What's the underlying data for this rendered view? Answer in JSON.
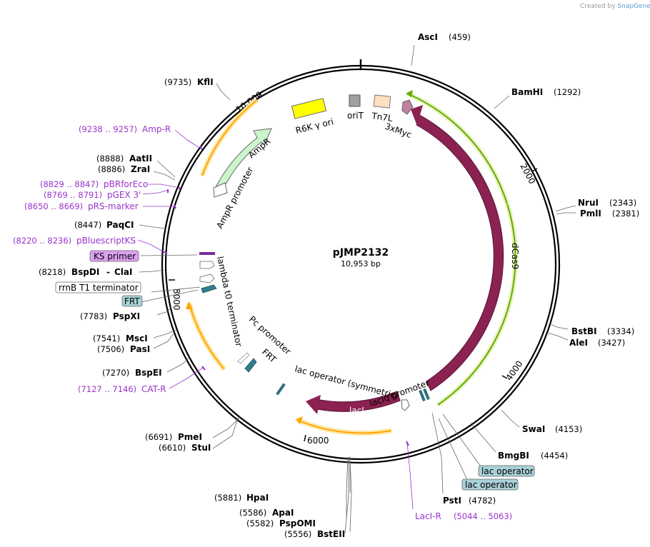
{
  "credit": {
    "created_by": "Created by",
    "app": "SnapGene"
  },
  "plasmid": {
    "name": "pJMP2132",
    "length": "10,953 bp"
  },
  "ticks": [
    "2000",
    "4000",
    "6000",
    "8000",
    "10,000"
  ],
  "enzymes": [
    {
      "name": "AscI",
      "pos": "(459)"
    },
    {
      "name": "BamHI",
      "pos": "(1292)"
    },
    {
      "name": "NruI",
      "pos": "(2343)"
    },
    {
      "name": "PmlI",
      "pos": "(2381)"
    },
    {
      "name": "BstBI",
      "pos": "(3334)"
    },
    {
      "name": "AleI",
      "pos": "(3427)"
    },
    {
      "name": "SwaI",
      "pos": "(4153)"
    },
    {
      "name": "BmgBI",
      "pos": "(4454)"
    },
    {
      "name": "PstI",
      "pos": "(4782)"
    },
    {
      "name": "HpaI",
      "pos": "(5881)"
    },
    {
      "name": "ApaI",
      "pos": "(5586)"
    },
    {
      "name": "PspOMI",
      "pos": "(5582)"
    },
    {
      "name": "BstEII",
      "pos": "(5556)"
    },
    {
      "name": "PmeI",
      "pos": "(6691)"
    },
    {
      "name": "StuI",
      "pos": "(6610)"
    },
    {
      "name": "BspEI",
      "pos": "(7270)"
    },
    {
      "name": "MscI",
      "pos": "(7541)"
    },
    {
      "name": "PasI",
      "pos": "(7506)"
    },
    {
      "name": "PspXI",
      "pos": "(7783)"
    },
    {
      "name": "BspDI",
      "pos": "(8218)"
    },
    {
      "name": "ClaI",
      "pos": ""
    },
    {
      "name": "PaqCI",
      "pos": "(8447)"
    },
    {
      "name": "AatII",
      "pos": "(8888)"
    },
    {
      "name": "ZraI",
      "pos": "(8886)"
    },
    {
      "name": "KflI",
      "pos": "(9735)"
    }
  ],
  "primers": [
    {
      "name": "Amp-R",
      "range": "(9238 .. 9257)"
    },
    {
      "name": "pBRforEco",
      "range": "(8829 .. 8847)"
    },
    {
      "name": "pGEX 3'",
      "range": "(8769 .. 8791)"
    },
    {
      "name": "pRS-marker",
      "range": "(8650 .. 8669)"
    },
    {
      "name": "pBluescriptKS",
      "range": "(8220 .. 8236)"
    },
    {
      "name": "CAT-R",
      "range": "(7127 .. 7146)"
    },
    {
      "name": "LacI-R",
      "range": "(5044 .. 5063)"
    }
  ],
  "boxed_labels": {
    "ks_primer": "KS primer",
    "rrnb": "rrnB T1 terminator",
    "frt": "FRT",
    "lac_operator_1": "lac operator",
    "lac_operator_2": "lac operator"
  },
  "features": {
    "r6k": "R6K γ ori",
    "orit": "oriT",
    "tn7l": "Tn7L",
    "myc": "3xMyc",
    "ampr": "AmpR",
    "ampr_promoter": "AmpR promoter",
    "dcas9": "dCas9",
    "laci": "lacI",
    "laciq_promoter": "lacIq promoter",
    "lac_operator_sym": "lac operator (symmetric)",
    "lambda_t0": "lambda t0 terminator",
    "pc_promoter": "Pc promoter",
    "frt_inner": "FRT"
  },
  "colors": {
    "backbone": "#000000",
    "dcas9": "#8b2252",
    "ampr": "#ccf5cc",
    "r6k": "#ffff00",
    "orit": "#a0a0a0",
    "tn7l": "#ffe0c0",
    "myc": "#c080a0",
    "orf_arc": "#ffa500",
    "green_arc": "#66aa00",
    "primer": "#9933cc",
    "frt_box": "#a8d0d8",
    "ks_box": "#dda0f0"
  }
}
